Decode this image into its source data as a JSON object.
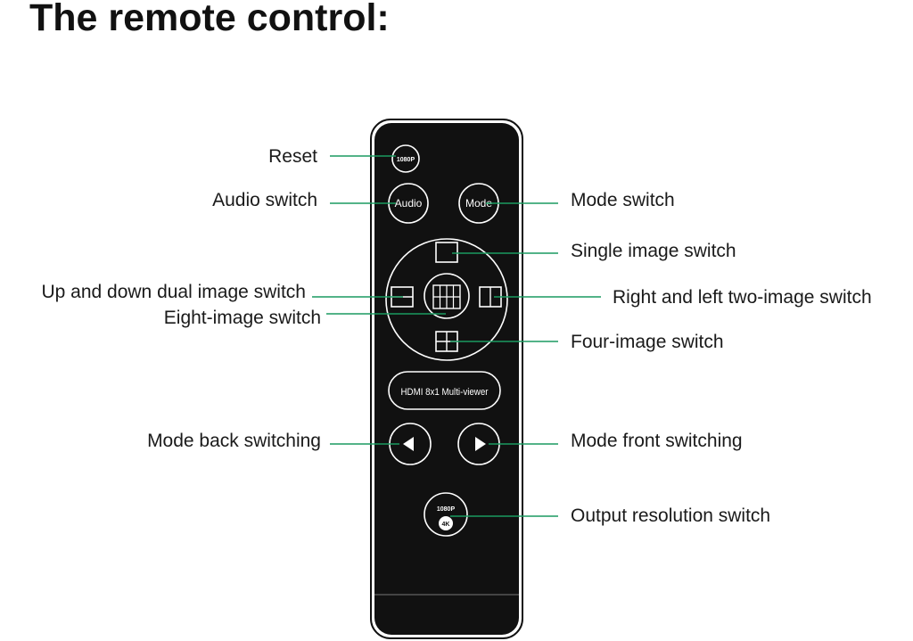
{
  "title": "The remote control:",
  "colors": {
    "remote_body": "#111111",
    "button_outline": "#ffffff",
    "leader_line": "#1a9a60",
    "text": "#1a1a1a"
  },
  "buttons": {
    "reset": "1080P",
    "audio": "Audio",
    "mode": "Mode",
    "product_name": "HDMI 8x1 Multi-viewer",
    "resolution_top": "1080P",
    "resolution_bottom": "4K"
  },
  "icons": {
    "single": "single-image-icon",
    "dual_vertical": "up-down-dual-image-icon",
    "dual_horizontal": "left-right-two-image-icon",
    "eight": "eight-image-icon",
    "four": "four-image-icon",
    "back": "triangle-left-icon",
    "front": "triangle-right-icon"
  },
  "labels": {
    "reset": "Reset",
    "audio_switch": "Audio switch",
    "mode_switch": "Mode switch",
    "single_image": "Single image switch",
    "dual_updown": "Up and down dual image switch",
    "dual_rightleft": "Right and left two-image switch",
    "eight_image": "Eight-image switch",
    "four_image": "Four-image switch",
    "mode_back": "Mode back switching",
    "mode_front": "Mode front switching",
    "output_resolution": "Output resolution switch"
  }
}
